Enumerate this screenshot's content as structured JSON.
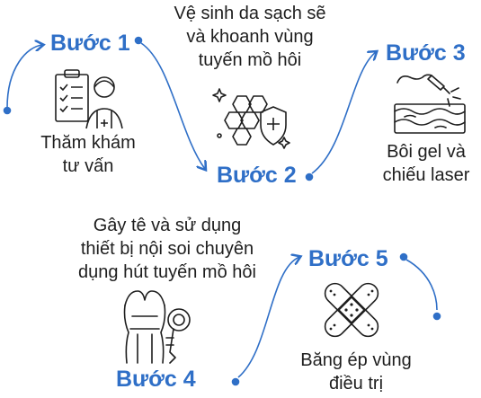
{
  "colors": {
    "accent": "#2f6fc7",
    "text": "#1e1e1e",
    "icon_stroke": "#1e1e1e"
  },
  "steps": [
    {
      "title": "Bước 1",
      "description": "Thăm khám\ntư vấn",
      "icon": "doctor-clipboard-icon"
    },
    {
      "title": "Bước 2",
      "description": "Vệ sinh da sạch sẽ\nvà khoanh vùng\ntuyến mồ hôi",
      "icon": "honeycomb-shield-icon"
    },
    {
      "title": "Bước 3",
      "description": "Bôi gel và\nchiếu laser",
      "icon": "laser-skin-icon"
    },
    {
      "title": "Bước 4",
      "description": "Gây tê và sử dụng\nthiết bị nội soi chuyên\ndụng hút tuyến mồ hôi",
      "icon": "body-device-icon"
    },
    {
      "title": "Bước 5",
      "description": "Băng ép vùng\nđiều trị",
      "icon": "bandage-icon"
    }
  ]
}
